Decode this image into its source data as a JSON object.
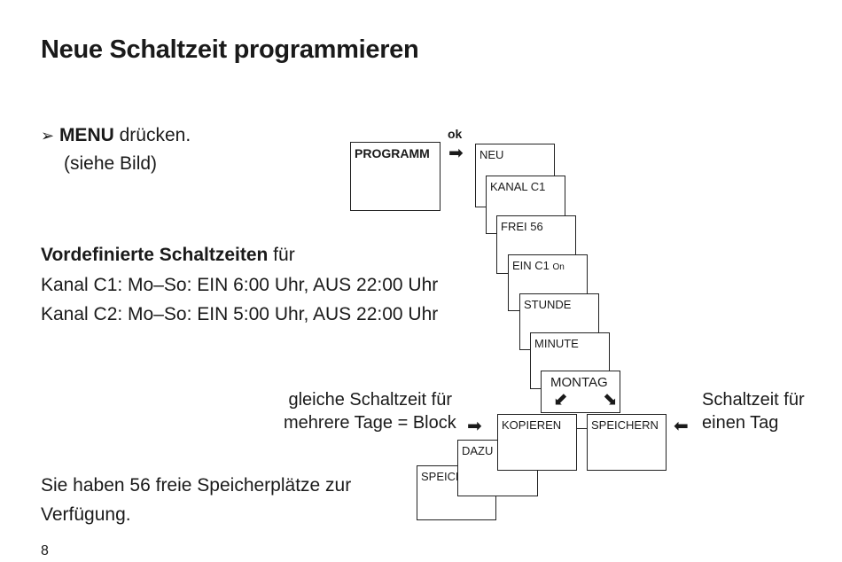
{
  "title": "Neue Schaltzeit programmieren",
  "step": {
    "bullet": "➢",
    "bold": "MENU",
    "text": " drücken.",
    "note": "(siehe Bild)"
  },
  "predefined": {
    "heading_bold": "Vordefinierte Schaltzeiten",
    "heading_rest": " für",
    "line1": "Kanal C1: Mo–So: EIN 6:00 Uhr, AUS 22:00 Uhr",
    "line2": "Kanal C2: Mo–So: EIN 5:00 Uhr, AUS 22:00 Uhr"
  },
  "memory": {
    "line1": "Sie haben 56 freie Speicherplätze zur",
    "line2": "Verfügung."
  },
  "page_number": "8",
  "diagram": {
    "ok_label": "ok",
    "programm": "PROGRAMM",
    "cascade": [
      "NEU",
      "KANAL C1",
      "FREI  56",
      "EIN C1",
      "STUNDE",
      "MINUTE"
    ],
    "ein_suffix": "On",
    "montag": "MONTAG",
    "kopieren": "KOPIEREN",
    "speichern_right": "SPEICHERN",
    "dazu_dien": "DAZU DIEN",
    "speichern_bottom": "SPEICHERN",
    "left_note_1": "gleiche Schaltzeit für",
    "left_note_2": "mehrere Tage = Block",
    "right_note_1": "Schaltzeit für",
    "right_note_2": "einen Tag"
  }
}
